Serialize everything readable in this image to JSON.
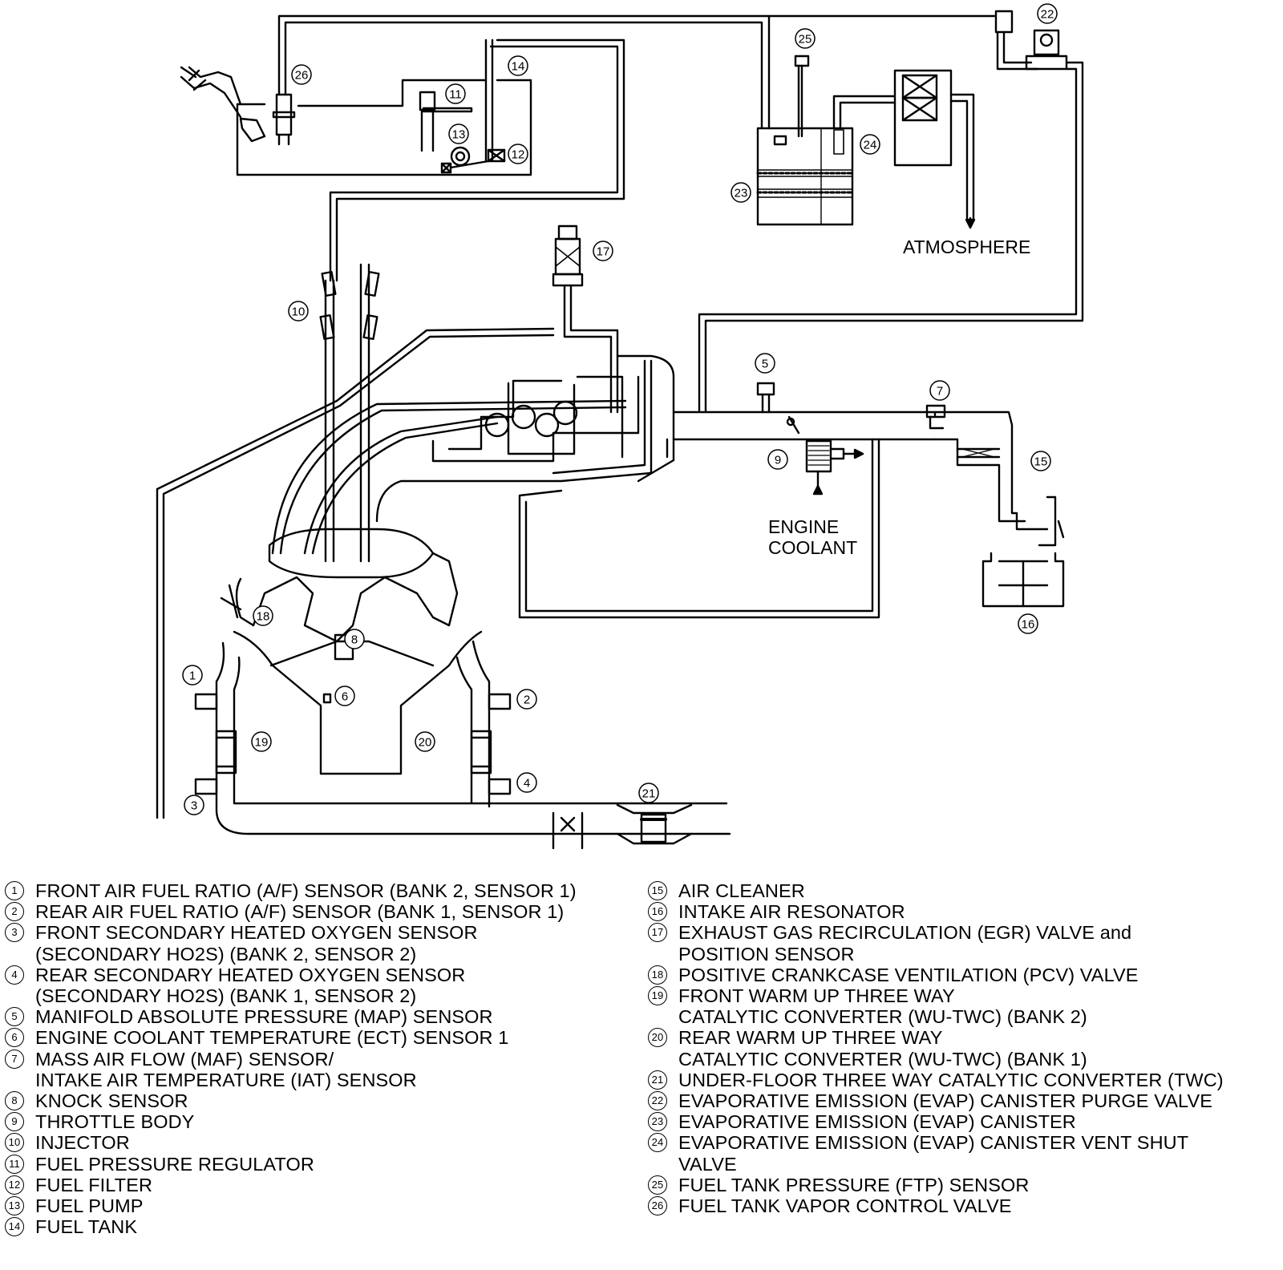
{
  "diagram": {
    "labels": {
      "atmosphere": "ATMOSPHERE",
      "engine_coolant": "ENGINE\nCOOLANT"
    },
    "callouts": [
      "1",
      "2",
      "3",
      "4",
      "5",
      "6",
      "7",
      "8",
      "9",
      "10",
      "11",
      "12",
      "13",
      "14",
      "15",
      "16",
      "17",
      "18",
      "19",
      "20",
      "21",
      "22",
      "23",
      "24",
      "25",
      "26"
    ]
  },
  "legend": {
    "left": [
      {
        "num": "1",
        "text": "FRONT AIR FUEL RATIO (A/F) SENSOR (BANK 2, SENSOR 1)"
      },
      {
        "num": "2",
        "text": "REAR AIR FUEL RATIO (A/F) SENSOR (BANK 1, SENSOR 1)"
      },
      {
        "num": "3",
        "text": "FRONT SECONDARY HEATED OXYGEN SENSOR\n(SECONDARY HO2S) (BANK 2, SENSOR 2)"
      },
      {
        "num": "4",
        "text": "REAR SECONDARY HEATED OXYGEN SENSOR\n(SECONDARY HO2S) (BANK 1, SENSOR 2)"
      },
      {
        "num": "5",
        "text": "MANIFOLD ABSOLUTE PRESSURE (MAP) SENSOR"
      },
      {
        "num": "6",
        "text": "ENGINE COOLANT TEMPERATURE (ECT) SENSOR 1"
      },
      {
        "num": "7",
        "text": "MASS AIR FLOW (MAF) SENSOR/\nINTAKE AIR TEMPERATURE (IAT) SENSOR"
      },
      {
        "num": "8",
        "text": "KNOCK SENSOR"
      },
      {
        "num": "9",
        "text": "THROTTLE BODY"
      },
      {
        "num": "10",
        "text": "INJECTOR"
      },
      {
        "num": "11",
        "text": "FUEL PRESSURE REGULATOR"
      },
      {
        "num": "12",
        "text": "FUEL FILTER"
      },
      {
        "num": "13",
        "text": "FUEL PUMP"
      },
      {
        "num": "14",
        "text": "FUEL TANK"
      }
    ],
    "right": [
      {
        "num": "15",
        "text": "AIR CLEANER"
      },
      {
        "num": "16",
        "text": "INTAKE AIR RESONATOR"
      },
      {
        "num": "17",
        "text": "EXHAUST GAS RECIRCULATION (EGR) VALVE and\nPOSITION SENSOR"
      },
      {
        "num": "18",
        "text": "POSITIVE CRANKCASE VENTILATION (PCV) VALVE"
      },
      {
        "num": "19",
        "text": "FRONT WARM UP THREE WAY\nCATALYTIC CONVERTER (WU-TWC) (BANK 2)"
      },
      {
        "num": "20",
        "text": "REAR WARM UP THREE WAY\nCATALYTIC CONVERTER (WU-TWC) (BANK 1)"
      },
      {
        "num": "21",
        "text": "UNDER-FLOOR THREE WAY CATALYTIC CONVERTER (TWC)"
      },
      {
        "num": "22",
        "text": "EVAPORATIVE EMISSION (EVAP) CANISTER PURGE VALVE"
      },
      {
        "num": "23",
        "text": "EVAPORATIVE EMISSION (EVAP) CANISTER"
      },
      {
        "num": "24",
        "text": "EVAPORATIVE EMISSION (EVAP) CANISTER VENT SHUT\nVALVE"
      },
      {
        "num": "25",
        "text": "FUEL TANK PRESSURE (FTP) SENSOR"
      },
      {
        "num": "26",
        "text": "FUEL TANK VAPOR CONTROL VALVE"
      }
    ]
  }
}
